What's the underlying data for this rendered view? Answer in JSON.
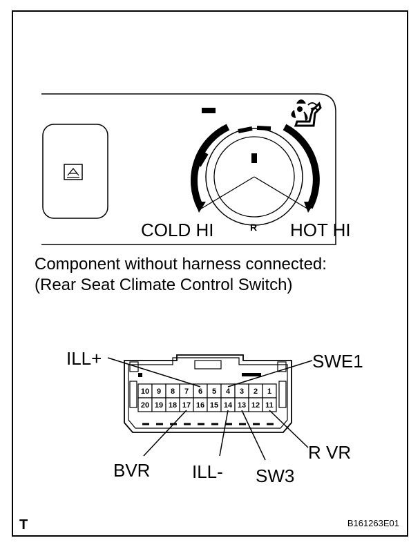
{
  "switch": {
    "label_cold": "COLD HI",
    "label_hot": "HOT HI",
    "label_r": "R",
    "icon_fan_seat": "fan-seat-icon",
    "icon_rear_switch": "rear-seat-switch-icon"
  },
  "caption": {
    "line1": "Component without harness connected:",
    "line2": "(Rear Seat Climate Control Switch)"
  },
  "connector": {
    "top_row": [
      "10",
      "9",
      "8",
      "7",
      "6",
      "5",
      "4",
      "3",
      "2",
      "1"
    ],
    "bottom_row": [
      "20",
      "19",
      "18",
      "17",
      "16",
      "15",
      "14",
      "13",
      "12",
      "11"
    ],
    "labels": {
      "ill_plus": "ILL+",
      "swe1": "SWE1",
      "bvr": "BVR",
      "ill_minus": "ILL-",
      "sw3": "SW3",
      "r_vr": "R VR"
    }
  },
  "footer": {
    "left_mark": "T",
    "figure_code": "B161263E01"
  },
  "colors": {
    "ink": "#000000",
    "paper": "#ffffff"
  }
}
